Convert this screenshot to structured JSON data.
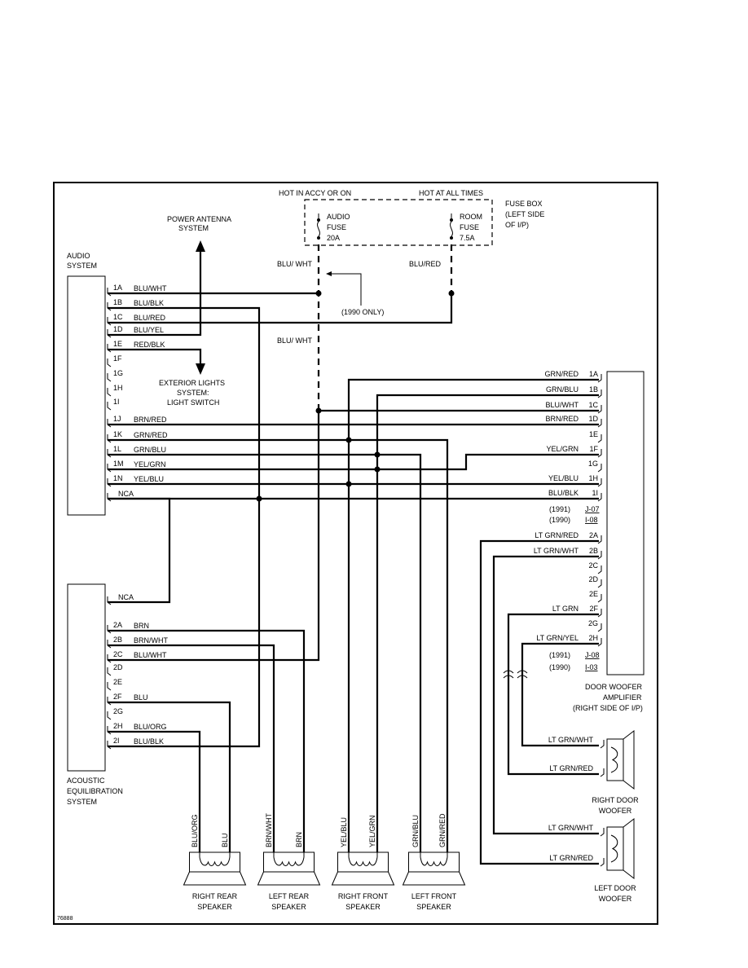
{
  "power": {
    "hot_accy": "HOT IN ACCY OR ON",
    "hot_always": "HOT AT ALL TIMES",
    "fuse_box": [
      "FUSE BOX",
      "(LEFT SIDE",
      "OF I/P)"
    ],
    "audio_fuse": [
      "AUDIO",
      "FUSE",
      "20A"
    ],
    "room_fuse": [
      "ROOM",
      "FUSE",
      "7.5A"
    ],
    "wire_left_top": "BLU/ WHT",
    "wire_right_top": "BLU/RED",
    "wire_left_mid": "BLU/ WHT",
    "note_1990": "(1990 ONLY)"
  },
  "power_antenna": [
    "POWER ANTENNA",
    "SYSTEM"
  ],
  "exterior_lights": [
    "EXTERIOR LIGHTS",
    "SYSTEM:",
    "LIGHT SWITCH"
  ],
  "audio_system": {
    "label": [
      "AUDIO",
      "SYSTEM"
    ],
    "pins": [
      {
        "pin": "1A",
        "wire": "BLU/WHT"
      },
      {
        "pin": "1B",
        "wire": "BLU/BLK"
      },
      {
        "pin": "1C",
        "wire": "BLU/RED"
      },
      {
        "pin": "1D",
        "wire": "BLU/YEL"
      },
      {
        "pin": "1E",
        "wire": "RED/BLK"
      },
      {
        "pin": "1F",
        "wire": ""
      },
      {
        "pin": "1G",
        "wire": ""
      },
      {
        "pin": "1H",
        "wire": ""
      },
      {
        "pin": "1I",
        "wire": ""
      },
      {
        "pin": "1J",
        "wire": "BRN/RED"
      },
      {
        "pin": "1K",
        "wire": "GRN/RED"
      },
      {
        "pin": "1L",
        "wire": "GRN/BLU"
      },
      {
        "pin": "1M",
        "wire": "YEL/GRN"
      },
      {
        "pin": "1N",
        "wire": "YEL/BLU"
      },
      {
        "pin": "",
        "wire": "NCA"
      }
    ]
  },
  "acoustic_system": {
    "label": [
      "ACOUSTIC",
      "EQUILIBRATION",
      "SYSTEM"
    ],
    "nca": "NCA",
    "pins": [
      {
        "pin": "2A",
        "wire": "BRN"
      },
      {
        "pin": "2B",
        "wire": "BRN/WHT"
      },
      {
        "pin": "2C",
        "wire": "BLU/WHT"
      },
      {
        "pin": "2D",
        "wire": ""
      },
      {
        "pin": "2E",
        "wire": ""
      },
      {
        "pin": "2F",
        "wire": "BLU"
      },
      {
        "pin": "2G",
        "wire": ""
      },
      {
        "pin": "2H",
        "wire": "BLU/ORG"
      },
      {
        "pin": "2I",
        "wire": "BLU/BLK"
      }
    ]
  },
  "amplifier": {
    "label": [
      "DOOR WOOFER",
      "AMPLIFIER",
      "(RIGHT SIDE OF I/P)"
    ],
    "pins1": [
      {
        "pin": "1A",
        "wire": "GRN/RED"
      },
      {
        "pin": "1B",
        "wire": "GRN/BLU"
      },
      {
        "pin": "1C",
        "wire": "BLU/WHT"
      },
      {
        "pin": "1D",
        "wire": "BRN/RED"
      },
      {
        "pin": "1E",
        "wire": ""
      },
      {
        "pin": "1F",
        "wire": "YEL/GRN"
      },
      {
        "pin": "1G",
        "wire": ""
      },
      {
        "pin": "1H",
        "wire": "YEL/BLU"
      },
      {
        "pin": "1I",
        "wire": "BLU/BLK"
      }
    ],
    "conn1_refs": [
      {
        "year": "(1991)",
        "ref": "J-07"
      },
      {
        "year": "(1990)",
        "ref": "I-08"
      }
    ],
    "pins2": [
      {
        "pin": "2A",
        "wire": "LT GRN/RED"
      },
      {
        "pin": "2B",
        "wire": "LT GRN/WHT"
      },
      {
        "pin": "2C",
        "wire": ""
      },
      {
        "pin": "2D",
        "wire": ""
      },
      {
        "pin": "2E",
        "wire": ""
      },
      {
        "pin": "2F",
        "wire": "LT GRN"
      },
      {
        "pin": "2G",
        "wire": ""
      },
      {
        "pin": "2H",
        "wire": "LT GRN/YEL"
      }
    ],
    "conn2_refs": [
      {
        "year": "(1991)",
        "ref": "J-08"
      },
      {
        "year": "(1990)",
        "ref": "I-03"
      }
    ]
  },
  "woofers": [
    {
      "wire_top": "LT GRN/WHT",
      "wire_bottom": "LT GRN/RED",
      "label": [
        "RIGHT DOOR",
        "WOOFER"
      ]
    },
    {
      "wire_top": "LT GRN/WHT",
      "wire_bottom": "LT GRN/RED",
      "label": [
        "LEFT DOOR",
        "WOOFER"
      ]
    }
  ],
  "speakers": [
    {
      "wires": [
        "BLU/ORG",
        "BLU"
      ],
      "label": [
        "RIGHT REAR",
        "SPEAKER"
      ]
    },
    {
      "wires": [
        "BRN/WHT",
        "BRN"
      ],
      "label": [
        "LEFT REAR",
        "SPEAKER"
      ]
    },
    {
      "wires": [
        "YEL/BLU",
        "YEL/GRN"
      ],
      "label": [
        "RIGHT FRONT",
        "SPEAKER"
      ]
    },
    {
      "wires": [
        "GRN/BLU",
        "GRN/RED"
      ],
      "label": [
        "LEFT FRONT",
        "SPEAKER"
      ]
    }
  ],
  "figure_id": "76888"
}
